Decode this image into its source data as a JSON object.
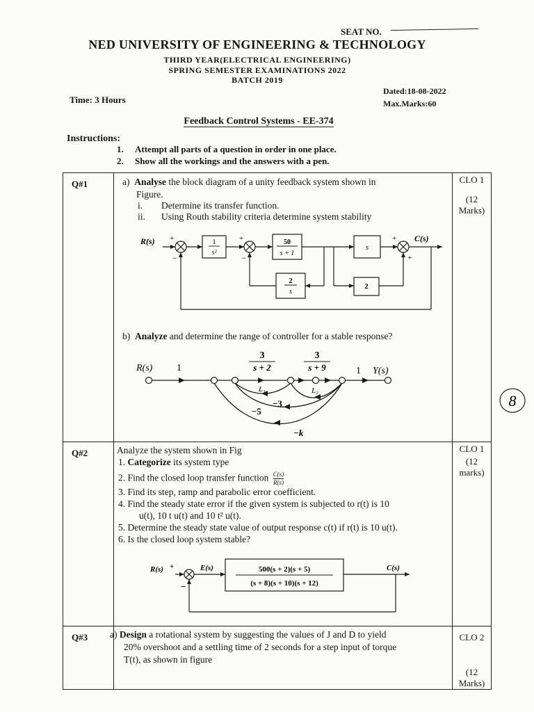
{
  "header": {
    "seat_no": "SEAT NO.",
    "university": "NED UNIVERSITY OF ENGINEERING & TECHNOLOGY",
    "year": "THIRD YEAR(ELECTRICAL ENGINEERING)",
    "semester": "SPRING SEMESTER EXAMINATIONS 2022",
    "batch": "BATCH 2019",
    "time": "Time: 3 Hours",
    "dated": "Dated:18-08-2022",
    "max_marks": "Max.Marks:60",
    "course": "Feedback Control Systems - EE-374"
  },
  "instructions": {
    "title": "Instructions:",
    "items": [
      {
        "num": "1.",
        "text": "Attempt all parts of a question in order in one place."
      },
      {
        "num": "2.",
        "text": "Show all the workings and the answers with a pen."
      }
    ]
  },
  "questions": [
    {
      "no": "Q#1",
      "clo": "CLO 1",
      "marks": "(12 Marks)",
      "a_label": "a)",
      "a_bold": "Analyse",
      "a_text": "the block diagram of a unity feedback system shown in",
      "a_text2": "Figure.",
      "a_items": [
        {
          "num": "i.",
          "text": "Determine its transfer function."
        },
        {
          "num": "ii.",
          "text": "Using Routh stability criteria determine system stability"
        }
      ],
      "b_label": "b)",
      "b_bold": "Analyze",
      "b_text": "and determine the range of controller for a stable response?",
      "diagram1": {
        "input": "R(s)",
        "output": "C(s)",
        "g1_num": "1",
        "g1_den": "s²",
        "g2_num": "50",
        "g2_den": "s + 1",
        "g3": "s",
        "h1_num": "2",
        "h1_den": "s",
        "h2": "2",
        "plus": "+",
        "minus": "−"
      },
      "diagram2": {
        "input": "R(s)",
        "output": "Y(s)",
        "one_a": "1",
        "one_b": "1",
        "g1_num": "3",
        "g1_den": "s + 2",
        "g2_num": "3",
        "g2_den": "s + 9",
        "fb1": "−5",
        "fb2": "−3",
        "fbk": "−k",
        "loop1": "L₁",
        "loop2": "L₂"
      }
    },
    {
      "no": "Q#2",
      "clo": "CLO 1",
      "marks": "(12 marks)",
      "intro": "Analyze the system shown in Fig",
      "items": [
        {
          "num": "1.",
          "bold": "Categorize",
          "text": "its system type"
        },
        {
          "num": "2.",
          "bold": "",
          "text": "Find the closed loop transfer function"
        },
        {
          "num": "3.",
          "bold": "",
          "text": "Find its step, ramp and parabolic error coefficient."
        },
        {
          "num": "4.",
          "bold": "",
          "text": "Find the steady state error if the given system is subjected to r(t) is 10"
        },
        {
          "num": "",
          "bold": "",
          "text": "u(t), 10 t u(t) and 10 t² u(t)."
        },
        {
          "num": "5.",
          "bold": "",
          "text": "Determine the steady state value of output response c(t) if r(t) is 10 u(t)."
        },
        {
          "num": "6.",
          "bold": "",
          "text": "Is the closed loop system stable?"
        }
      ],
      "tf_num": "C(s)",
      "tf_den": "R(s)",
      "diagram": {
        "input": "R(s)",
        "error": "E(s)",
        "output": "C(s)",
        "num": "500(s + 2)(s + 5)",
        "den": "(s + 8)(s + 10)(s + 12)",
        "plus": "+",
        "minus": "−"
      }
    },
    {
      "no": "Q#3",
      "clo": "CLO 2",
      "marks": "(12 Marks)",
      "a_label": "a)",
      "a_bold": "Design",
      "a_text": "a rotational system by suggesting the values of J and D to yield",
      "a_text2": "20% overshoot and a settling time of 2 seconds for a step input of torque",
      "a_text3": "T(t), as shown in figure"
    }
  ],
  "margin_mark": "8"
}
